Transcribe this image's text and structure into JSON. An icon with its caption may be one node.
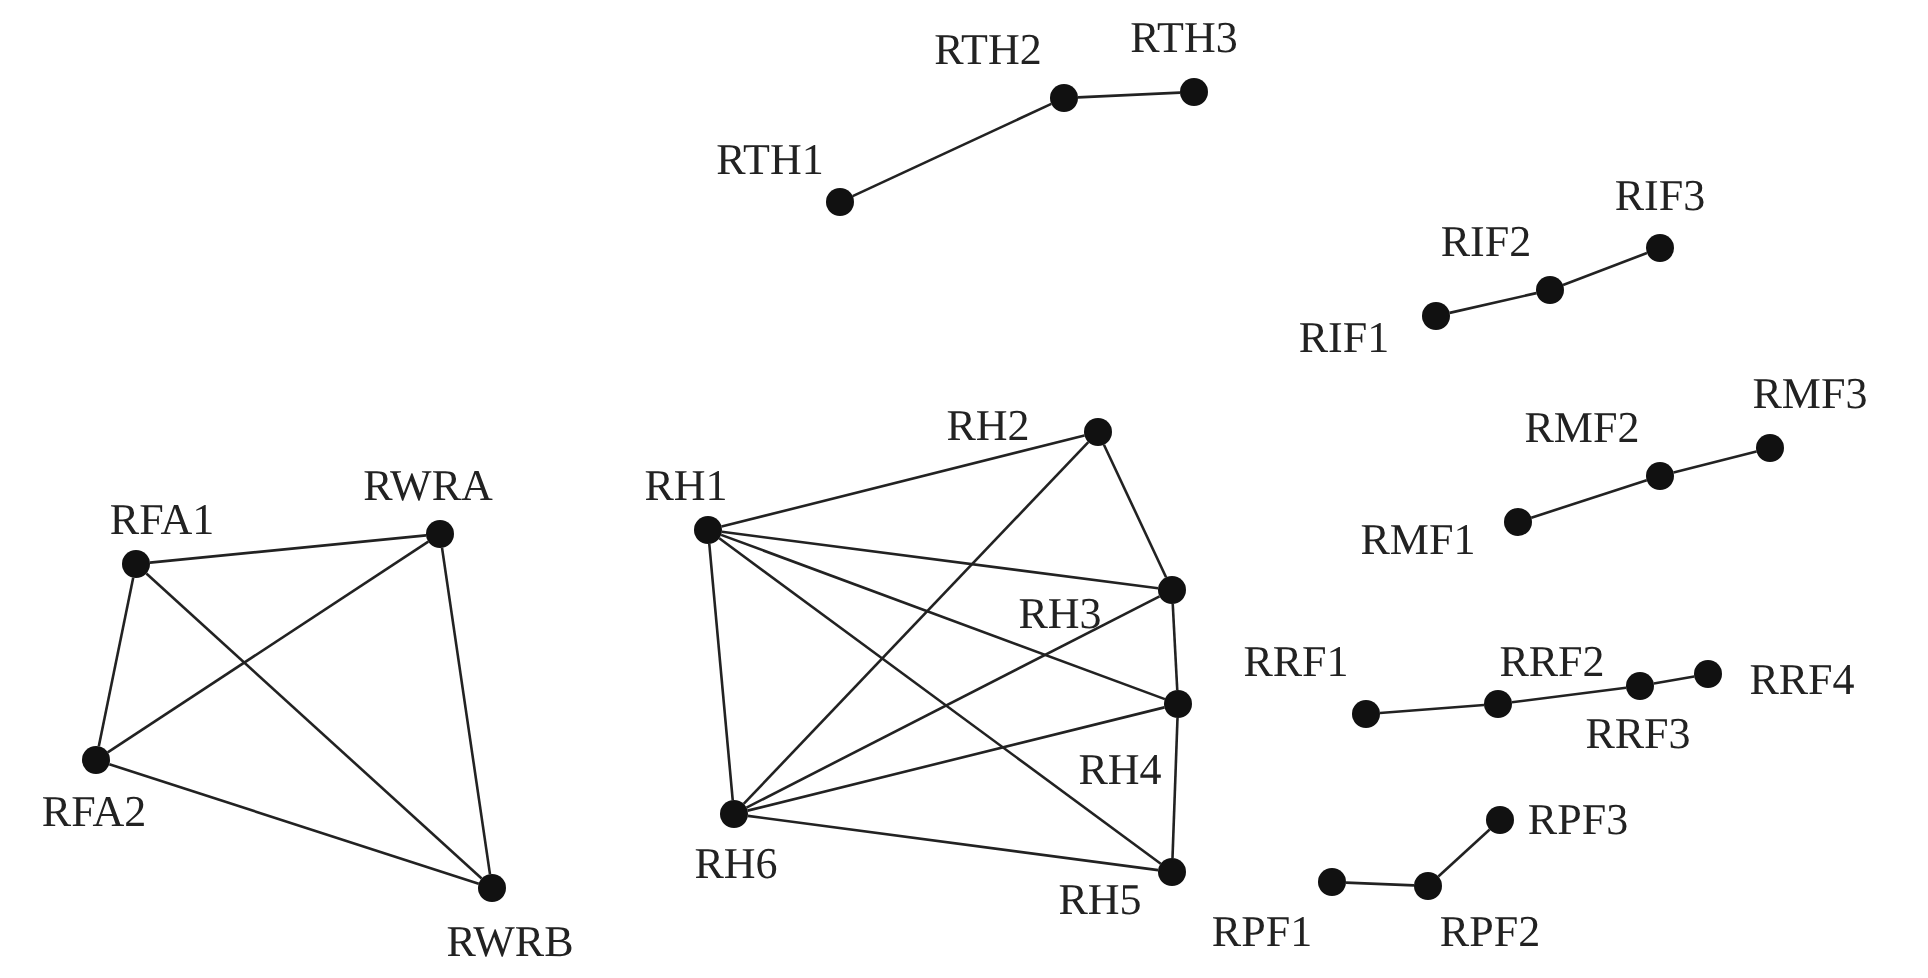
{
  "diagram": {
    "nodes": [
      {
        "text": [],
        "shape": "circle",
        "beside": [
          "RTH1"
        ]
      },
      {
        "text": [],
        "shape": "circle",
        "beside": [
          "RTH2"
        ]
      },
      {
        "text": [],
        "shape": "circle",
        "beside": [
          "RTH3"
        ]
      },
      {
        "text": [],
        "shape": "circle",
        "beside": [
          "RIF1"
        ]
      },
      {
        "text": [],
        "shape": "circle",
        "beside": [
          "RIF2"
        ]
      },
      {
        "text": [],
        "shape": "circle",
        "beside": [
          "RIF3"
        ]
      },
      {
        "text": [],
        "shape": "circle",
        "beside": [
          "RFA1"
        ]
      },
      {
        "text": [],
        "shape": "circle",
        "beside": [
          "RWRA"
        ]
      },
      {
        "text": [],
        "shape": "circle",
        "beside": [
          "RFA2"
        ]
      },
      {
        "text": [],
        "shape": "circle",
        "beside": [
          "RWRB"
        ]
      },
      {
        "text": [],
        "shape": "circle",
        "beside": [
          "RH1"
        ]
      },
      {
        "text": [],
        "shape": "circle",
        "beside": [
          "RH2"
        ]
      },
      {
        "text": [],
        "shape": "circle",
        "beside": [
          "RH3"
        ]
      },
      {
        "text": [],
        "shape": "circle",
        "beside": [
          "RH4"
        ]
      },
      {
        "text": [],
        "shape": "circle",
        "beside": [
          "RH5"
        ]
      },
      {
        "text": [],
        "shape": "circle",
        "beside": [
          "RH6"
        ]
      },
      {
        "text": [],
        "shape": "circle",
        "beside": [
          "RMF1"
        ]
      },
      {
        "text": [],
        "shape": "circle",
        "beside": [
          "RMF2"
        ]
      },
      {
        "text": [],
        "shape": "circle",
        "beside": [
          "RMF3"
        ]
      },
      {
        "text": [],
        "shape": "circle",
        "beside": [
          "RRF1"
        ]
      },
      {
        "text": [],
        "shape": "circle",
        "beside": [
          "RRF2"
        ]
      },
      {
        "text": [],
        "shape": "circle",
        "beside": [
          "RRF3"
        ]
      },
      {
        "text": [],
        "shape": "circle",
        "beside": [
          "RRF4"
        ]
      },
      {
        "text": [],
        "shape": "circle",
        "beside": [
          "RPF1"
        ]
      },
      {
        "text": [],
        "shape": "circle",
        "beside": [
          "RPF2"
        ]
      },
      {
        "text": [],
        "shape": "circle",
        "beside": [
          "RPF3"
        ]
      }
    ],
    "edges": [
      {
        "from": 0,
        "to": 1,
        "arrow": "none"
      },
      {
        "from": 1,
        "to": 2,
        "arrow": "none"
      },
      {
        "from": 3,
        "to": 4,
        "arrow": "none"
      },
      {
        "from": 4,
        "to": 5,
        "arrow": "none"
      },
      {
        "from": 6,
        "to": 7,
        "arrow": "none"
      },
      {
        "from": 6,
        "to": 8,
        "arrow": "none"
      },
      {
        "from": 6,
        "to": 9,
        "arrow": "none"
      },
      {
        "from": 7,
        "to": 8,
        "arrow": "none"
      },
      {
        "from": 7,
        "to": 9,
        "arrow": "none"
      },
      {
        "from": 8,
        "to": 9,
        "arrow": "none"
      },
      {
        "from": 10,
        "to": 11,
        "arrow": "none"
      },
      {
        "from": 10,
        "to": 12,
        "arrow": "none"
      },
      {
        "from": 10,
        "to": 13,
        "arrow": "none"
      },
      {
        "from": 10,
        "to": 14,
        "arrow": "none"
      },
      {
        "from": 10,
        "to": 15,
        "arrow": "none"
      },
      {
        "from": 11,
        "to": 12,
        "arrow": "none"
      },
      {
        "from": 11,
        "to": 15,
        "arrow": "none"
      },
      {
        "from": 12,
        "to": 13,
        "arrow": "none"
      },
      {
        "from": 12,
        "to": 15,
        "arrow": "none"
      },
      {
        "from": 13,
        "to": 14,
        "arrow": "none"
      },
      {
        "from": 13,
        "to": 15,
        "arrow": "none"
      },
      {
        "from": 14,
        "to": 15,
        "arrow": "none"
      },
      {
        "from": 16,
        "to": 17,
        "arrow": "none"
      },
      {
        "from": 17,
        "to": 18,
        "arrow": "none"
      },
      {
        "from": 19,
        "to": 20,
        "arrow": "none"
      },
      {
        "from": 20,
        "to": 21,
        "arrow": "none"
      },
      {
        "from": 21,
        "to": 22,
        "arrow": "none"
      },
      {
        "from": 23,
        "to": 24,
        "arrow": "none"
      },
      {
        "from": 24,
        "to": 25,
        "arrow": "none"
      }
    ]
  }
}
